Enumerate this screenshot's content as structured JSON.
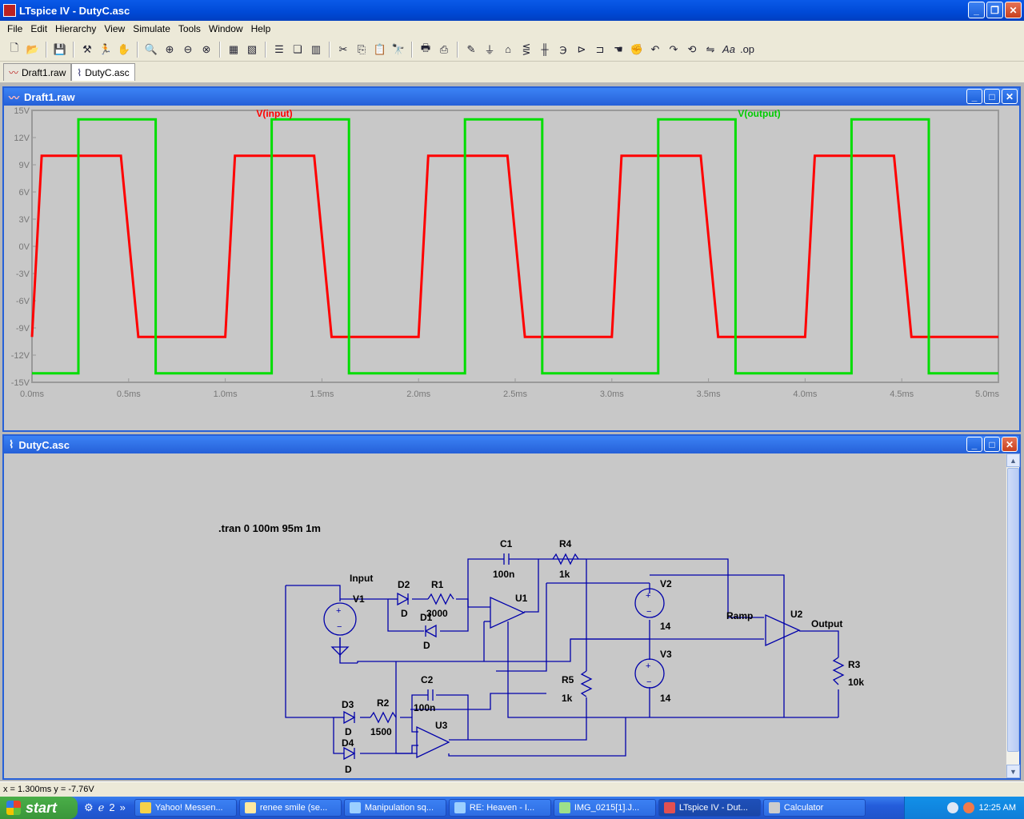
{
  "window": {
    "title": "LTspice IV - DutyC.asc"
  },
  "menu": [
    "File",
    "Edit",
    "Hierarchy",
    "View",
    "Simulate",
    "Tools",
    "Window",
    "Help"
  ],
  "toolbar_icons": [
    "new-schematic-icon",
    "open-icon",
    "save-icon",
    "control-panel-icon",
    "run-icon",
    "halt-icon",
    "zoom-in-icon",
    "zoom-pan-icon",
    "zoom-out-icon",
    "zoom-cancel-icon",
    "autorange-icon",
    "fit-icon",
    "tile-horizontal-icon",
    "cascade-icon",
    "tile-vertical-icon",
    "cut-icon",
    "copy-icon",
    "paste-icon",
    "find-icon",
    "print-preview-icon",
    "print-icon",
    "wire-icon",
    "ground-icon",
    "label-icon",
    "resistor-icon",
    "capacitor-icon",
    "inductor-icon",
    "diode-icon",
    "component-icon",
    "move-icon",
    "drag-icon",
    "undo-icon",
    "redo-icon",
    "rotate-icon",
    "mirror-icon",
    "text-icon",
    "spice-directive-icon"
  ],
  "tabs": [
    {
      "label": "Draft1.raw",
      "icon": "waveform-icon"
    },
    {
      "label": "DutyC.asc",
      "icon": "schematic-icon"
    }
  ],
  "plot_window": {
    "title": "Draft1.raw"
  },
  "chart_data": {
    "type": "line",
    "title": "",
    "xlabel": "",
    "ylabel": "",
    "xlim": [
      0,
      5.0
    ],
    "ylim": [
      -15,
      15
    ],
    "x_ticks": [
      "0.0ms",
      "0.5ms",
      "1.0ms",
      "1.5ms",
      "2.0ms",
      "2.5ms",
      "3.0ms",
      "3.5ms",
      "4.0ms",
      "4.5ms",
      "5.0ms"
    ],
    "y_ticks": [
      "15V",
      "12V",
      "9V",
      "6V",
      "3V",
      "0V",
      "-3V",
      "-6V",
      "-9V",
      "-12V",
      "-15V"
    ],
    "grid": false,
    "series": [
      {
        "name": "V(input)",
        "color": "#FF0000",
        "x": [
          0.0,
          0.05,
          0.46,
          0.55,
          1.0,
          1.05,
          1.46,
          1.55,
          2.0,
          2.05,
          2.46,
          2.55,
          3.0,
          3.05,
          3.46,
          3.55,
          4.0,
          4.05,
          4.46,
          4.55,
          5.0
        ],
        "y": [
          -10,
          10,
          10,
          -10,
          -10,
          10,
          10,
          -10,
          -10,
          10,
          10,
          -10,
          -10,
          10,
          10,
          -10,
          -10,
          10,
          10,
          -10,
          -10
        ],
        "x_full": [
          0.0,
          0.05,
          0.5,
          0.55,
          1.0,
          1.05,
          1.5,
          1.55,
          2.0,
          2.05,
          2.5,
          2.55,
          3.0,
          3.05,
          3.5,
          3.55,
          4.0,
          4.05,
          4.5,
          4.55,
          5.0
        ]
      },
      {
        "name": "V(output)",
        "color": "#00DD00",
        "x": [
          0.0,
          0.24,
          0.24,
          0.64,
          0.64,
          1.24,
          1.24,
          1.64,
          1.64,
          2.24,
          2.24,
          2.64,
          2.64,
          3.24,
          3.24,
          3.64,
          3.64,
          4.24,
          4.24,
          4.64,
          4.64,
          5.0
        ],
        "y": [
          -14,
          -14,
          14,
          14,
          -14,
          -14,
          14,
          14,
          -14,
          -14,
          14,
          14,
          -14,
          -14,
          14,
          14,
          -14,
          -14,
          14,
          14,
          -14,
          -14
        ]
      }
    ]
  },
  "schematic_window": {
    "title": "DutyC.asc"
  },
  "schematic": {
    "directive": ".tran 0 100m 95m 1m",
    "labels": {
      "input": "Input",
      "ramp": "Ramp",
      "output": "Output",
      "v1": "V1",
      "v2": "V2",
      "v3": "V3",
      "v2val": "14",
      "v3val": "14",
      "d2": "D2",
      "d2m": "D",
      "d1": "D1",
      "d1m": "D",
      "d3": "D3",
      "d3m": "D",
      "d4": "D4",
      "d4m": "D",
      "r1": "R1",
      "r1val": "3000",
      "r2": "R2",
      "r2val": "1500",
      "r3": "R3",
      "r3val": "10k",
      "r4": "R4",
      "r4val": "1k",
      "r5": "R5",
      "r5val": "1k",
      "c1": "C1",
      "c1val": "100n",
      "c2": "C2",
      "c2val": "100n",
      "u1": "U1",
      "u2": "U2",
      "u3": "U3"
    }
  },
  "status": {
    "cursor": "x = 1.300ms    y = -7.76V"
  },
  "taskbar": {
    "start": "start",
    "quicklaunch_count": "2",
    "tasks": [
      "Yahoo! Messen...",
      "renee smile (se...",
      "Manipulation sq...",
      "RE: Heaven - I...",
      "IMG_0215[1].J...",
      "LTspice IV - Dut...",
      "Calculator"
    ],
    "clock": "12:25 AM"
  }
}
